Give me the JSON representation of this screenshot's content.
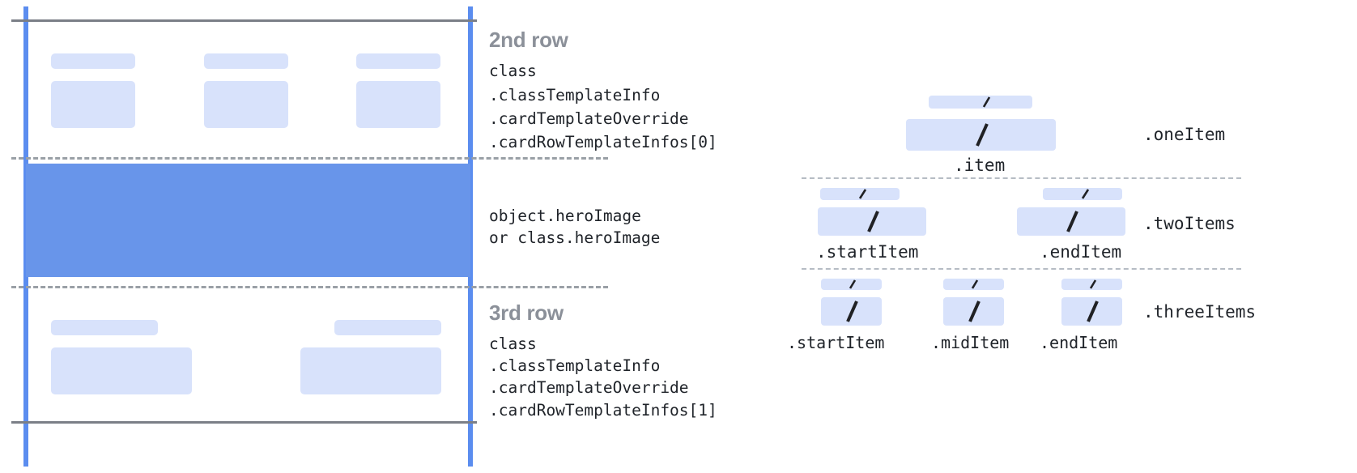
{
  "left_diagram": {
    "rows": [
      {
        "title": "2nd row",
        "code_lines": [
          "class",
          ".classTemplateInfo",
          ".cardTemplateOverride",
          ".cardRowTemplateInfos[0]"
        ],
        "placeholder_count": 3
      },
      {
        "title": "",
        "code_lines": [
          "object.heroImage",
          "or class.heroImage"
        ],
        "placeholder_count": 0
      },
      {
        "title": "3rd row",
        "code_lines": [
          "class",
          ".classTemplateInfo",
          ".cardTemplateOverride",
          ".cardRowTemplateInfos[1]"
        ],
        "placeholder_count": 2
      }
    ],
    "hero_label_line1": "object.heroImage",
    "hero_label_line2": "or class.heroImage",
    "row2_title": "2nd row",
    "row3_title": "3rd row",
    "row2_code": {
      "l0": "class",
      "l1": ".classTemplateInfo",
      "l2": ".cardTemplateOverride",
      "l3": ".cardRowTemplateInfos[0]"
    },
    "row3_code": {
      "l0": "class",
      "l1": ".classTemplateInfo",
      "l2": ".cardTemplateOverride",
      "l3": ".cardRowTemplateInfos[1]"
    }
  },
  "right_diagram": {
    "groups": [
      {
        "name": ".oneItem",
        "item_labels": [
          ".item"
        ]
      },
      {
        "name": ".twoItems",
        "item_labels": [
          ".startItem",
          ".endItem"
        ]
      },
      {
        "name": ".threeItems",
        "item_labels": [
          ".startItem",
          ".midItem",
          ".endItem"
        ]
      }
    ],
    "one": {
      "group_label": ".oneItem",
      "item": ".item"
    },
    "two": {
      "group_label": ".twoItems",
      "start": ".startItem",
      "end": ".endItem"
    },
    "three": {
      "group_label": ".threeItems",
      "start": ".startItem",
      "mid": ".midItem",
      "end": ".endItem"
    }
  },
  "colors": {
    "guide_blue": "#5b8def",
    "hero_blue": "#6895ea",
    "chip_blue": "#d8e2fb",
    "rule_gray": "#7b7f87",
    "dash_gray": "#9aa0a6",
    "title_gray": "#8b9099",
    "text_dark": "#1f2329"
  }
}
